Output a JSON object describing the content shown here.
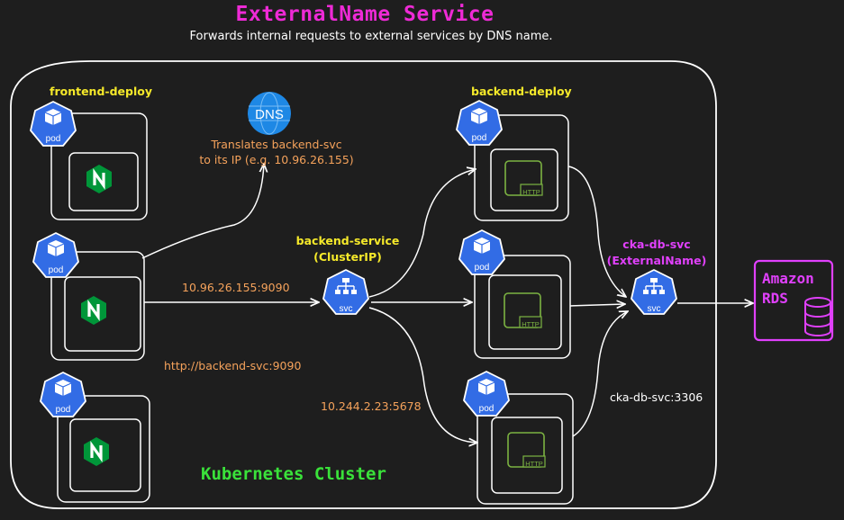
{
  "title": "ExternalName Service",
  "subtitle": "Forwards internal requests to external services by DNS name.",
  "cluster_label": "Kubernetes Cluster",
  "frontend_deploy": "frontend-deploy",
  "backend_deploy": "backend-deploy",
  "backend_service": {
    "line1": "backend-service",
    "line2": "(ClusterIP)"
  },
  "db_service": {
    "line1": "cka-db-svc",
    "line2": "(ExternalName)"
  },
  "dns": {
    "icon_text": "DNS",
    "note_line1": "Translates backend-svc",
    "note_line2": "to its IP (e.g. 10.96.26.155)"
  },
  "edges": {
    "cluster_ip": "10.96.26.155:9090",
    "http_url": "http://backend-svc:9090",
    "pod_ip": "10.244.2.23:5678",
    "db_port": "cka-db-svc:3306"
  },
  "badges": {
    "pod": "pod",
    "svc": "svc",
    "http": "HTTP"
  },
  "rds": {
    "line1": "Amazon",
    "line2": "RDS"
  },
  "colors": {
    "background": "#1e1e1e",
    "title": "#ee2ad6",
    "yellow": "#f5e92a",
    "orange": "#f5a25b",
    "green": "#3ae23a",
    "magenta": "#e040fb",
    "k8s_blue": "#326ce5",
    "nginx_green": "#009639",
    "http_green": "#7cb342"
  }
}
